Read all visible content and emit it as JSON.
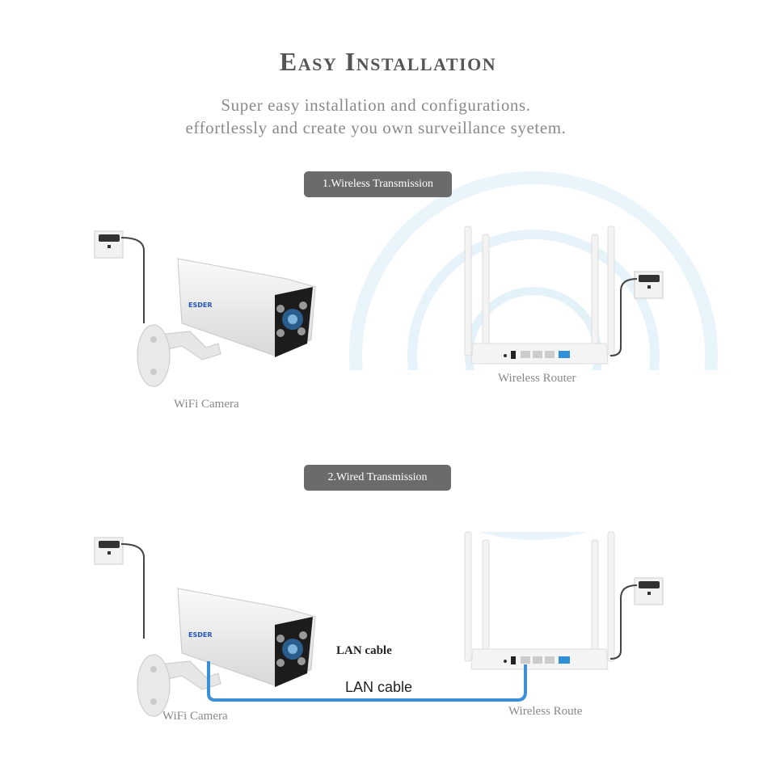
{
  "header": {
    "title": "Easy Installation",
    "subtitle_line1": "Super easy installation and configurations.",
    "subtitle_line2": "effortlessly and create you own surveillance syetem."
  },
  "section1": {
    "badge": "1.Wireless Transmission",
    "camera_label": "WiFi Camera",
    "router_label": "Wireless Router"
  },
  "section2": {
    "badge": "2.Wired Transmission",
    "camera_label": "WiFi Camera",
    "router_label": "Wireless Route",
    "cable_caption": "LAN cable",
    "cable_label": "LAN cable"
  },
  "colors": {
    "badge": "#6b6b6b",
    "cable": "#3a8fd6",
    "wifi": "#cfe8f6"
  }
}
